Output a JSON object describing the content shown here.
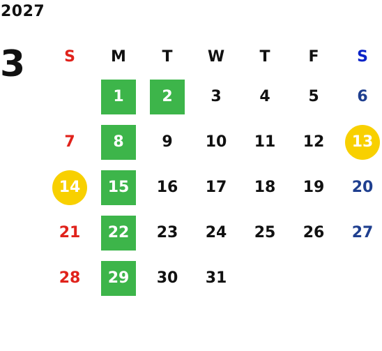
{
  "year": "2027",
  "month": "3",
  "weekday_headers": [
    "S",
    "M",
    "T",
    "W",
    "T",
    "F",
    "S"
  ],
  "weeks": [
    [
      {
        "label": "",
        "style": ""
      },
      {
        "label": "1",
        "style": "green"
      },
      {
        "label": "2",
        "style": "green"
      },
      {
        "label": "3",
        "style": ""
      },
      {
        "label": "4",
        "style": ""
      },
      {
        "label": "5",
        "style": ""
      },
      {
        "label": "6",
        "style": ""
      }
    ],
    [
      {
        "label": "7",
        "style": ""
      },
      {
        "label": "8",
        "style": "green"
      },
      {
        "label": "9",
        "style": ""
      },
      {
        "label": "10",
        "style": ""
      },
      {
        "label": "11",
        "style": ""
      },
      {
        "label": "12",
        "style": ""
      },
      {
        "label": "13",
        "style": "yellow"
      }
    ],
    [
      {
        "label": "14",
        "style": "yellow"
      },
      {
        "label": "15",
        "style": "green"
      },
      {
        "label": "16",
        "style": ""
      },
      {
        "label": "17",
        "style": ""
      },
      {
        "label": "18",
        "style": ""
      },
      {
        "label": "19",
        "style": ""
      },
      {
        "label": "20",
        "style": ""
      }
    ],
    [
      {
        "label": "21",
        "style": ""
      },
      {
        "label": "22",
        "style": "green"
      },
      {
        "label": "23",
        "style": ""
      },
      {
        "label": "24",
        "style": ""
      },
      {
        "label": "25",
        "style": ""
      },
      {
        "label": "26",
        "style": ""
      },
      {
        "label": "27",
        "style": ""
      }
    ],
    [
      {
        "label": "28",
        "style": ""
      },
      {
        "label": "29",
        "style": "green"
      },
      {
        "label": "30",
        "style": ""
      },
      {
        "label": "31",
        "style": ""
      },
      {
        "label": "",
        "style": ""
      },
      {
        "label": "",
        "style": ""
      },
      {
        "label": "",
        "style": ""
      }
    ]
  ],
  "colors": {
    "sunday": "#e0221b",
    "saturday": "#1f3f8f",
    "saturday_header": "#0a23c8",
    "green_highlight": "#3db54a",
    "yellow_highlight": "#f8d000"
  }
}
